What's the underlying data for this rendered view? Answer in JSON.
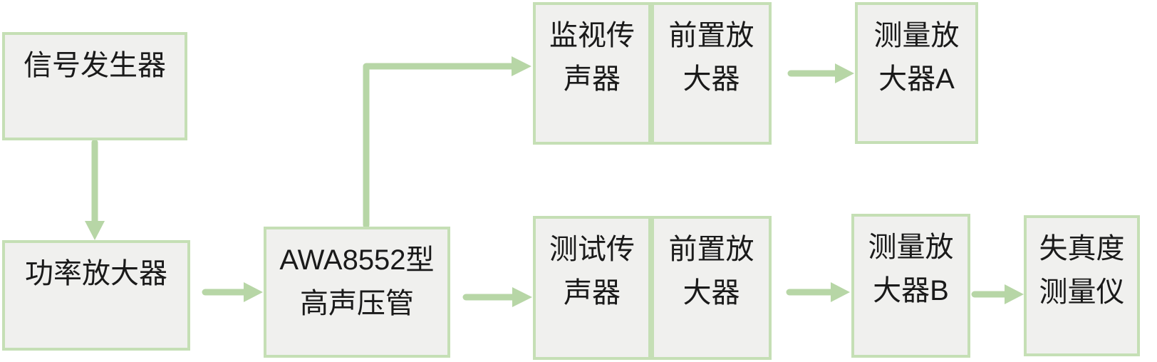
{
  "diagram": {
    "type": "flowchart",
    "description": "Acoustic distortion measurement setup block diagram",
    "nodes": [
      {
        "id": "signal-generator",
        "label": "信号发生器",
        "lines": [
          "信号发生器"
        ]
      },
      {
        "id": "power-amplifier",
        "label": "功率放大器",
        "lines": [
          "功率放大器"
        ]
      },
      {
        "id": "awa8552-tube",
        "label": "AWA8552型高声压管",
        "lines": [
          "AWA8552型",
          "高声压管"
        ]
      },
      {
        "id": "monitor-microphone",
        "label": "监视传声器",
        "lines": [
          "监视传",
          "声器"
        ]
      },
      {
        "id": "preamplifier-top",
        "label": "前置放大器",
        "lines": [
          "前置放",
          "大器"
        ]
      },
      {
        "id": "measuring-amplifier-a",
        "label": "测量放大器A",
        "lines": [
          "测量放",
          "大器A"
        ]
      },
      {
        "id": "test-microphone",
        "label": "测试传声器",
        "lines": [
          "测试传",
          "声器"
        ]
      },
      {
        "id": "preamplifier-bottom",
        "label": "前置放大器",
        "lines": [
          "前置放",
          "大器"
        ]
      },
      {
        "id": "measuring-amplifier-b",
        "label": "测量放大器B",
        "lines": [
          "测量放",
          "大器B"
        ]
      },
      {
        "id": "distortion-meter",
        "label": "失真度测量仪",
        "lines": [
          "失真度",
          "测量仪"
        ]
      }
    ],
    "edges": [
      {
        "from": "signal-generator",
        "to": "power-amplifier"
      },
      {
        "from": "power-amplifier",
        "to": "awa8552-tube"
      },
      {
        "from": "awa8552-tube",
        "to": "monitor-microphone"
      },
      {
        "from": "awa8552-tube",
        "to": "test-microphone"
      },
      {
        "from": "preamplifier-top",
        "to": "measuring-amplifier-a"
      },
      {
        "from": "preamplifier-bottom",
        "to": "measuring-amplifier-b"
      },
      {
        "from": "measuring-amplifier-b",
        "to": "distortion-meter"
      }
    ],
    "colors": {
      "box_border": "#c5dfb5",
      "box_fill": "#f0f0ee",
      "arrow": "#b7d6a6",
      "text": "#1a1a1a",
      "background": "#ffffff"
    }
  }
}
